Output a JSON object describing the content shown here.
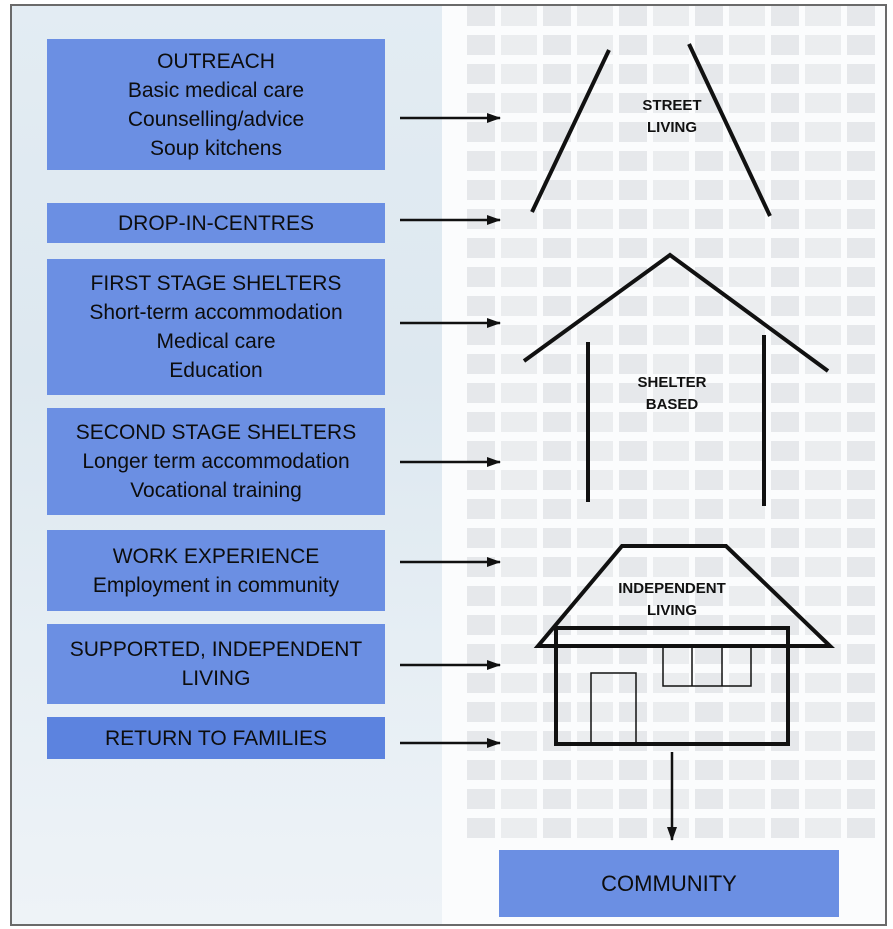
{
  "boxes": [
    {
      "id": "outreach",
      "lines": [
        "OUTREACH",
        "Basic medical care",
        "Counselling/advice",
        "Soup kitchens"
      ]
    },
    {
      "id": "drop-in-centres",
      "lines": [
        "DROP-IN-CENTRES"
      ]
    },
    {
      "id": "first-stage-shelters",
      "lines": [
        "FIRST STAGE SHELTERS",
        "Short-term accommodation",
        "Medical care",
        "Education"
      ]
    },
    {
      "id": "second-stage-shelters",
      "lines": [
        "SECOND STAGE SHELTERS",
        "Longer term accommodation",
        "Vocational training"
      ]
    },
    {
      "id": "work-experience",
      "lines": [
        "WORK EXPERIENCE",
        "Employment in community"
      ]
    },
    {
      "id": "supported-independent-living",
      "lines": [
        "SUPPORTED, INDEPENDENT",
        "LIVING"
      ]
    },
    {
      "id": "return-to-families",
      "lines": [
        "RETURN TO FAMILIES"
      ]
    }
  ],
  "stages": {
    "street": {
      "line1": "STREET",
      "line2": "LIVING"
    },
    "shelter": {
      "line1": "SHELTER",
      "line2": "BASED"
    },
    "independent": {
      "line1": "INDEPENDENT",
      "line2": "LIVING"
    }
  },
  "community_label": "COMMUNITY",
  "colors": {
    "box": "#6b8fe3",
    "box_dark": "#5c83df",
    "line": "#111111"
  }
}
